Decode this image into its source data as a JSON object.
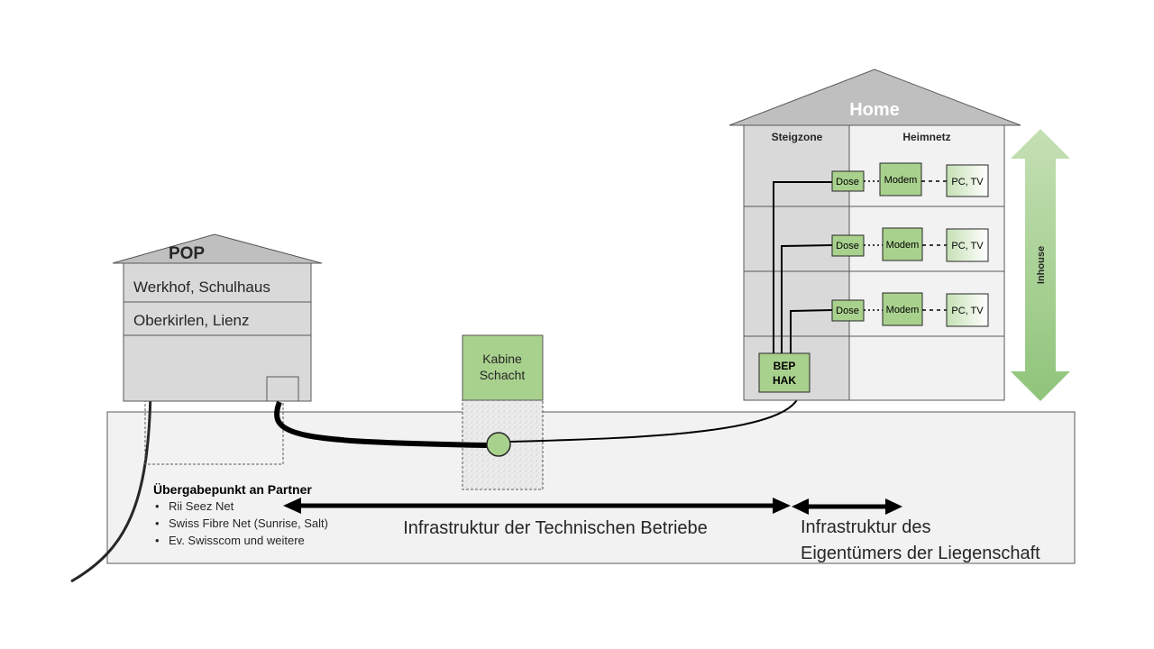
{
  "pop": {
    "title": "POP",
    "locations": [
      "Werkhof, Schulhaus",
      "Oberkirlen, Lienz"
    ]
  },
  "cabinet": {
    "line1": "Kabine",
    "line2": "Schacht"
  },
  "home": {
    "title": "Home",
    "zone_left": "Steigzone",
    "zone_right": "Heimnetz",
    "floors": [
      {
        "socket": "Dose",
        "modem": "Modem",
        "device": "PC, TV"
      },
      {
        "socket": "Dose",
        "modem": "Modem",
        "device": "PC, TV"
      },
      {
        "socket": "Dose",
        "modem": "Modem",
        "device": "PC, TV"
      }
    ],
    "bep_line1": "BEP",
    "bep_line2": "HAK",
    "inhouse_label": "Inhouse"
  },
  "handover": {
    "title": "Übergabepunkt an Partner",
    "partners": [
      "Rii Seez Net",
      "Swiss Fibre Net (Sunrise, Salt)",
      "Ev. Swisscom und weitere"
    ]
  },
  "infra_operator": "Infrastruktur der Technischen Betriebe",
  "infra_owner": {
    "line1": "Infrastruktur des",
    "line2": "Eigentümers der Liegenschaft"
  },
  "colors": {
    "green": "#a9d18e",
    "green_border": "#548235",
    "gray_building": "#d9d9d9",
    "gray_ground": "#f2f2f2",
    "gray_roof": "#bfbfbf"
  }
}
